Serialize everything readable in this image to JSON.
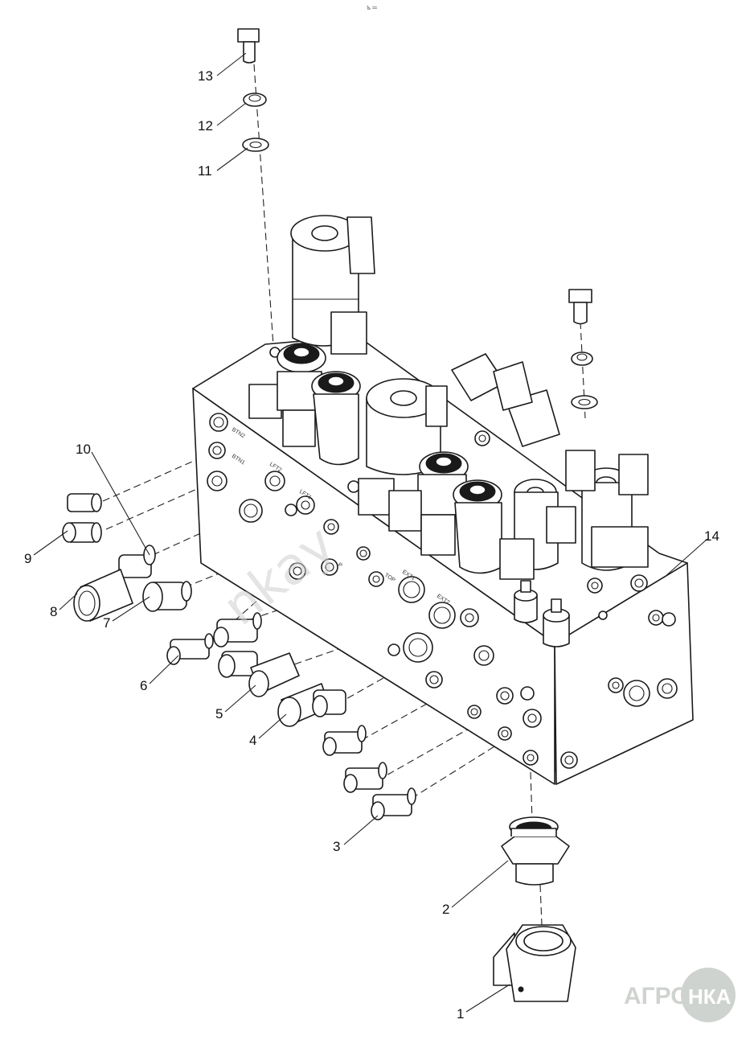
{
  "header": {
    "mark": "ъ ═"
  },
  "callouts": [
    {
      "id": "1",
      "label": "1"
    },
    {
      "id": "2",
      "label": "2"
    },
    {
      "id": "3",
      "label": "3"
    },
    {
      "id": "4",
      "label": "4"
    },
    {
      "id": "5",
      "label": "5"
    },
    {
      "id": "6",
      "label": "6"
    },
    {
      "id": "7",
      "label": "7"
    },
    {
      "id": "8",
      "label": "8"
    },
    {
      "id": "9",
      "label": "9"
    },
    {
      "id": "10",
      "label": "10"
    },
    {
      "id": "11",
      "label": "11"
    },
    {
      "id": "12",
      "label": "12"
    },
    {
      "id": "13",
      "label": "13"
    },
    {
      "id": "14",
      "label": "14"
    }
  ],
  "port_stamps": [
    "BTN2",
    "BTN1",
    "LFT2",
    "LFT1",
    "P",
    "TOP",
    "EXT1",
    "EXT2"
  ],
  "watermark": {
    "text": "nkay"
  },
  "logo": {
    "left": "АГРО",
    "right": "НКА"
  },
  "colors": {
    "line": "#1a1a1a",
    "background": "#ffffff",
    "logo": "#cfd3cf"
  }
}
